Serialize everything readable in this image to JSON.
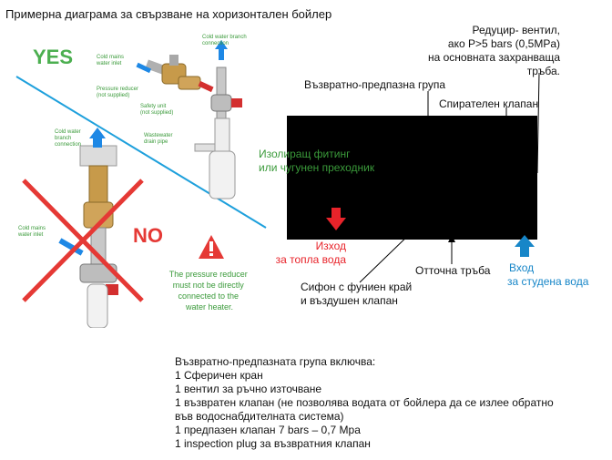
{
  "title": "Примерна диаграма за свързване на хоризонтален бойлер",
  "illustration": {
    "yes": "YES",
    "no": "NO",
    "labels": {
      "cold_mains_top": [
        "Cold mains",
        "water inlet"
      ],
      "cold_branch_top": [
        "Cold water branch",
        "connection"
      ],
      "pressure_reducer": [
        "Pressure reducer",
        "(not supplied)"
      ],
      "safety_unit": [
        "Safety unit",
        "(not supplied)"
      ],
      "wastewater": [
        "Wastewater",
        "drain pipe"
      ],
      "cold_branch_bottom": [
        "Cold water",
        "branch",
        "connection"
      ],
      "cold_mains_bottom": [
        "Cold mains",
        "water inlet"
      ]
    },
    "warning": [
      "The pressure reducer",
      "must not be directly",
      "connected to the",
      "water heater."
    ]
  },
  "diagram": {
    "reducer_valve": [
      "Редуцир- вентил,",
      "ако P>5 bars (0,5MPa)",
      "на основната захранваща",
      "тръба."
    ],
    "return_safety_group": "Възвратно-предпазна група",
    "shutoff_valve": "Спирателен клапан",
    "insulating_fitting": [
      "Изолиращ фитинг",
      "или чугунен преходник"
    ],
    "hot_outlet": [
      "Изход",
      "за топла вода"
    ],
    "drain_pipe": "Отточна тръба",
    "cold_inlet": [
      "Вход",
      "за студена вода"
    ],
    "siphon": [
      "Сифон с фуниен край",
      "и въздушен клапан"
    ]
  },
  "notes": {
    "heading": "Възвратно-предпазната група включва:",
    "items": [
      "1 Сферичен кран",
      "1 вентил за ръчно източване",
      "1 възвратен клапан (не позволява водата от бойлера да се излее обратно",
      "във водоснабдителната система)",
      "1 предпазен клапан 7 bars – 0,7 Mpa",
      "1 inspection plug за възвратния клапан"
    ]
  },
  "colors": {
    "yes_green": "#4caf50",
    "no_red": "#e53935",
    "divider_blue": "#1ea0dc",
    "label_green": "#3a9a3a",
    "hot_red": "#e8232a",
    "cold_blue": "#1786c8",
    "heater_body": "#000000"
  }
}
